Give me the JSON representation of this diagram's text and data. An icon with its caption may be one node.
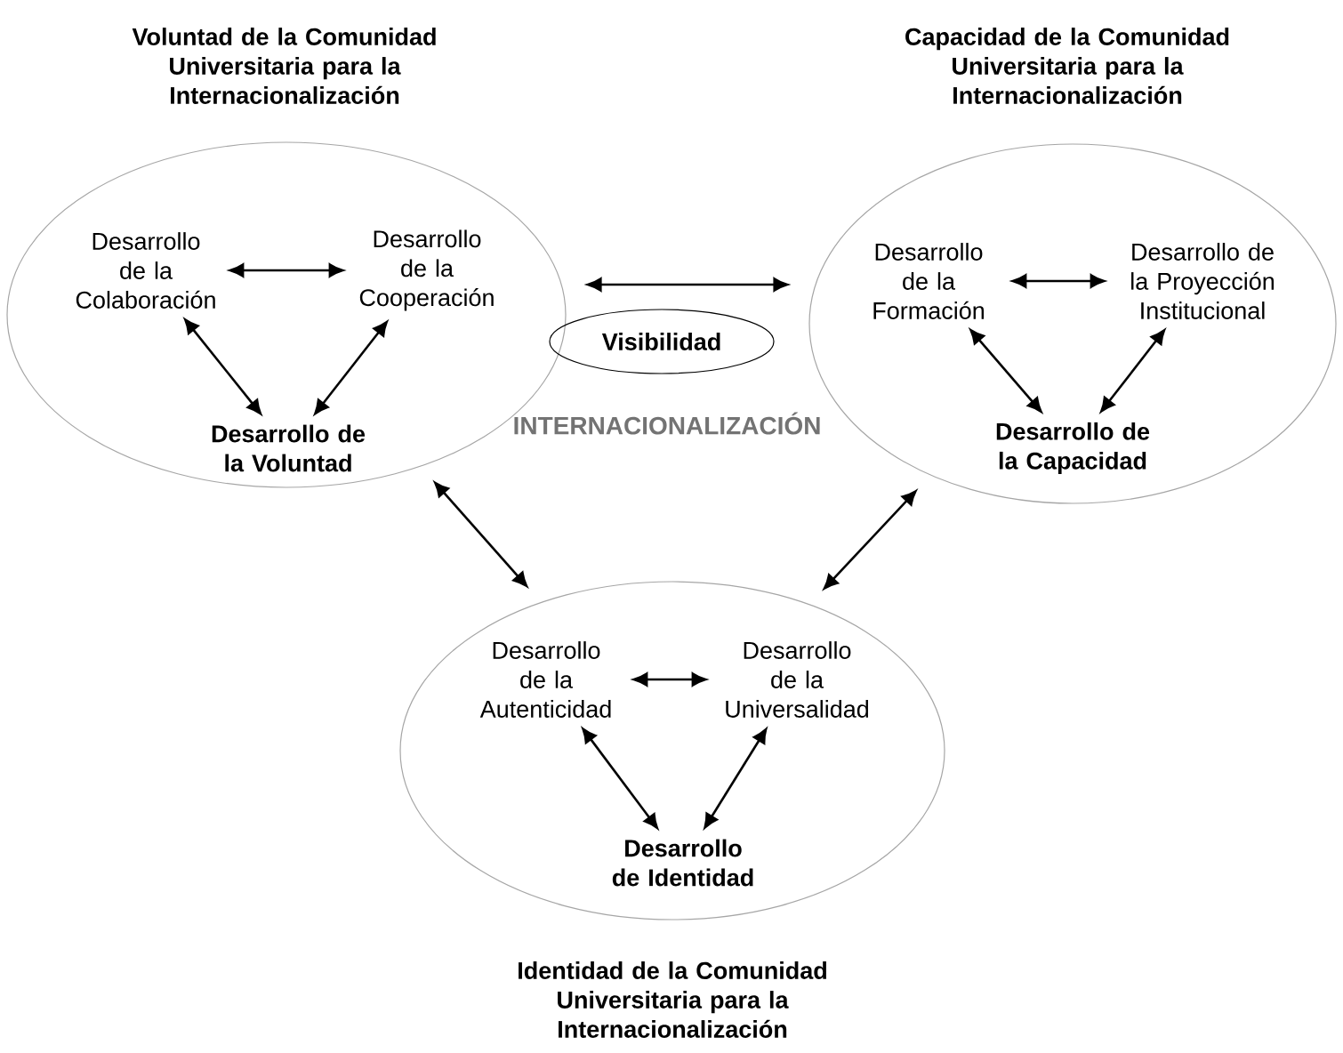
{
  "diagram": {
    "nodes": [
      {
        "text": [
          "Voluntad de la Comunidad Universitaria para la Internacionalización"
        ]
      },
      {
        "text": [
          "Desarrollo de la Colaboración"
        ],
        "in": 0
      },
      {
        "text": [
          "Desarrollo de la Cooperación"
        ],
        "in": 0
      },
      {
        "text": [
          "Desarrollo de la Voluntad"
        ],
        "in": 0
      },
      {
        "text": [
          "Capacidad de la Comunidad Universitaria para la Internacionalización"
        ]
      },
      {
        "text": [
          "Desarrollo de la Formación"
        ],
        "in": 4
      },
      {
        "text": [
          "Desarrollo de la Proyección Institucional"
        ],
        "in": 4
      },
      {
        "text": [
          "Desarrollo de la Capacidad"
        ],
        "in": 4
      },
      {
        "text": [
          "Visibilidad"
        ]
      },
      {
        "text": [
          "Identidad de la Comunidad Universitaria para la Internacionalización"
        ]
      },
      {
        "text": [
          "Desarrollo de la Autenticidad"
        ],
        "in": 9
      },
      {
        "text": [
          "Desarrollo de la Universalidad"
        ],
        "in": 9
      },
      {
        "text": [
          "Desarrollo de Identidad"
        ],
        "in": 9
      }
    ],
    "edges": [
      {
        "from": 1,
        "to": 2,
        "arrow": "both"
      },
      {
        "from": 1,
        "to": 3,
        "arrow": "both"
      },
      {
        "from": 2,
        "to": 3,
        "arrow": "both"
      },
      {
        "from": 0,
        "to": 4,
        "arrow": "both"
      },
      {
        "from": 5,
        "to": 6,
        "arrow": "both"
      },
      {
        "from": 5,
        "to": 7,
        "arrow": "both"
      },
      {
        "from": 6,
        "to": 7,
        "arrow": "both"
      },
      {
        "from": 0,
        "to": 9,
        "arrow": "both"
      },
      {
        "from": 4,
        "to": 9,
        "arrow": "both"
      },
      {
        "from": 10,
        "to": 11,
        "arrow": "both"
      },
      {
        "from": 10,
        "to": 12,
        "arrow": "both"
      },
      {
        "from": 11,
        "to": 12,
        "arrow": "both"
      }
    ],
    "labels": [
      "INTERNACIONALIZACIÓN"
    ]
  }
}
